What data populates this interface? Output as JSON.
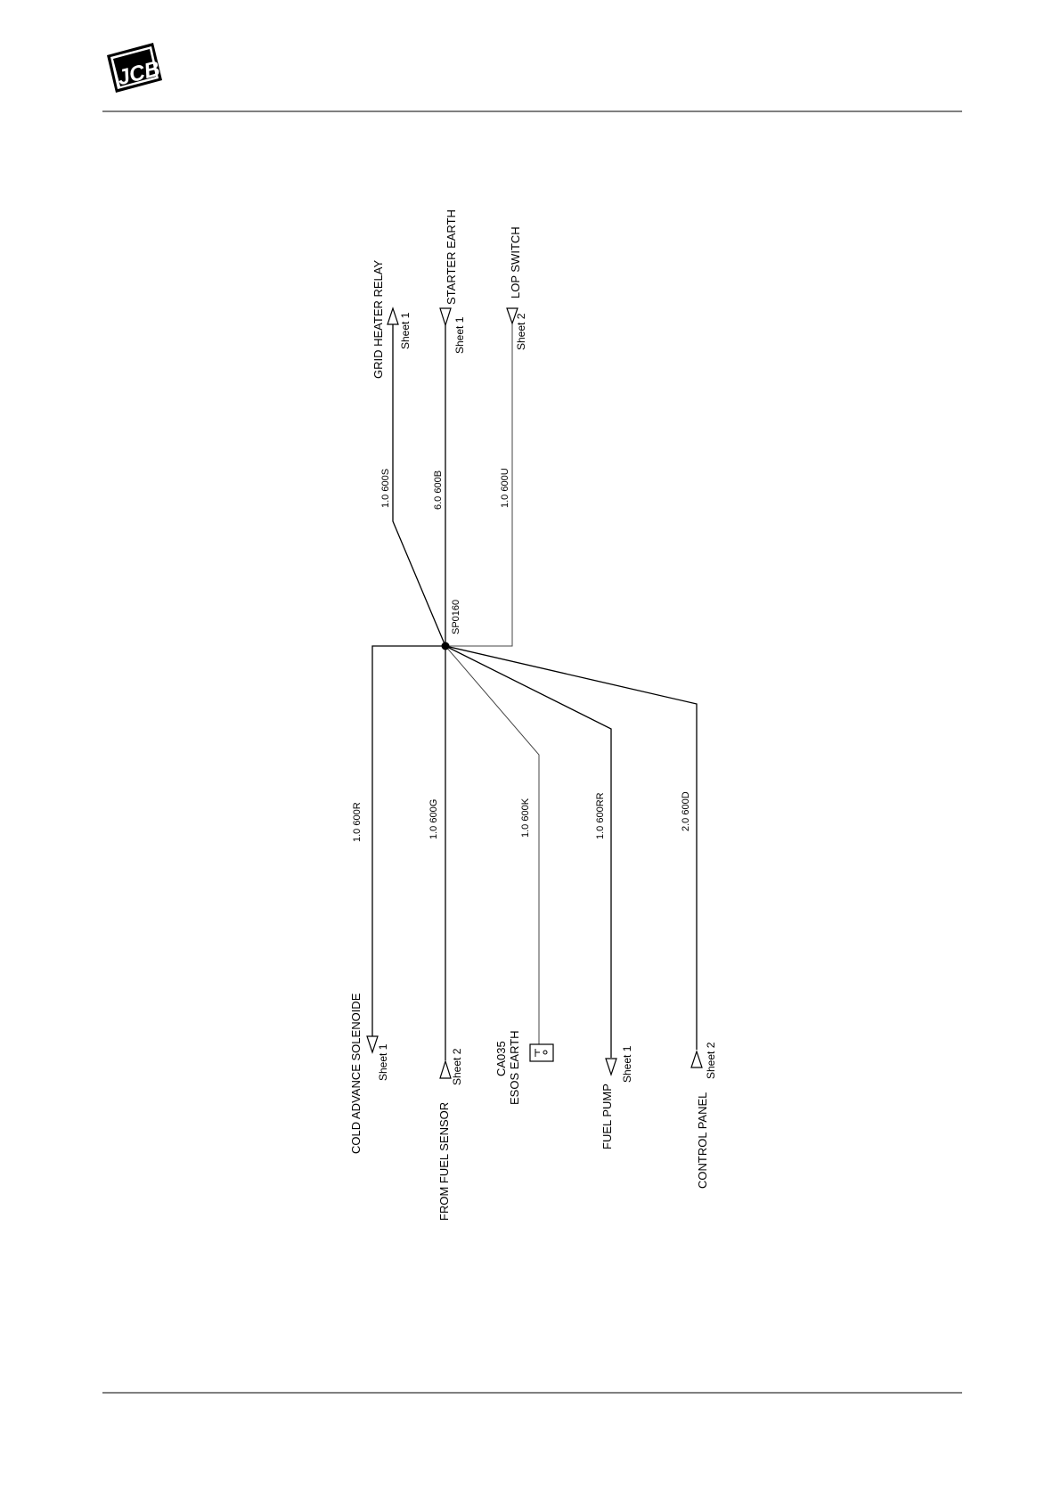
{
  "header": {
    "logo_text": "JCB"
  },
  "splice": {
    "id": "SP0160"
  },
  "wires": {
    "grid_heater": "1.0  600S",
    "starter_earth": "6.0  600B",
    "lop_switch": "1.0  600U",
    "cold_advance": "1.0  600R",
    "fuel_sensor": "1.0  600G",
    "esos_earth": "1.0  600K",
    "fuel_pump": "1.0  600RR",
    "control_panel": "2.0  600D"
  },
  "destinations": {
    "grid_heater": {
      "name": "GRID  HEATER  RELAY",
      "sheet": "Sheet  1"
    },
    "starter_earth": {
      "name": "STARTER  EARTH",
      "sheet": "Sheet  1"
    },
    "lop_switch": {
      "name": "LOP  SWITCH",
      "sheet": "Sheet  2"
    },
    "cold_advance": {
      "name": "COLD  ADVANCE  SOLENOIDE",
      "sheet": "Sheet  1"
    },
    "fuel_sensor": {
      "name": "FROM  FUEL  SENSOR",
      "sheet": "Sheet  2"
    },
    "esos_earth": {
      "name": "ESOS  EARTH",
      "connector": "CA035"
    },
    "fuel_pump": {
      "name": "FUEL  PUMP",
      "sheet": "Sheet  1"
    },
    "control_panel": {
      "name": "CONTROL  PANEL",
      "sheet": "Sheet  2"
    }
  }
}
